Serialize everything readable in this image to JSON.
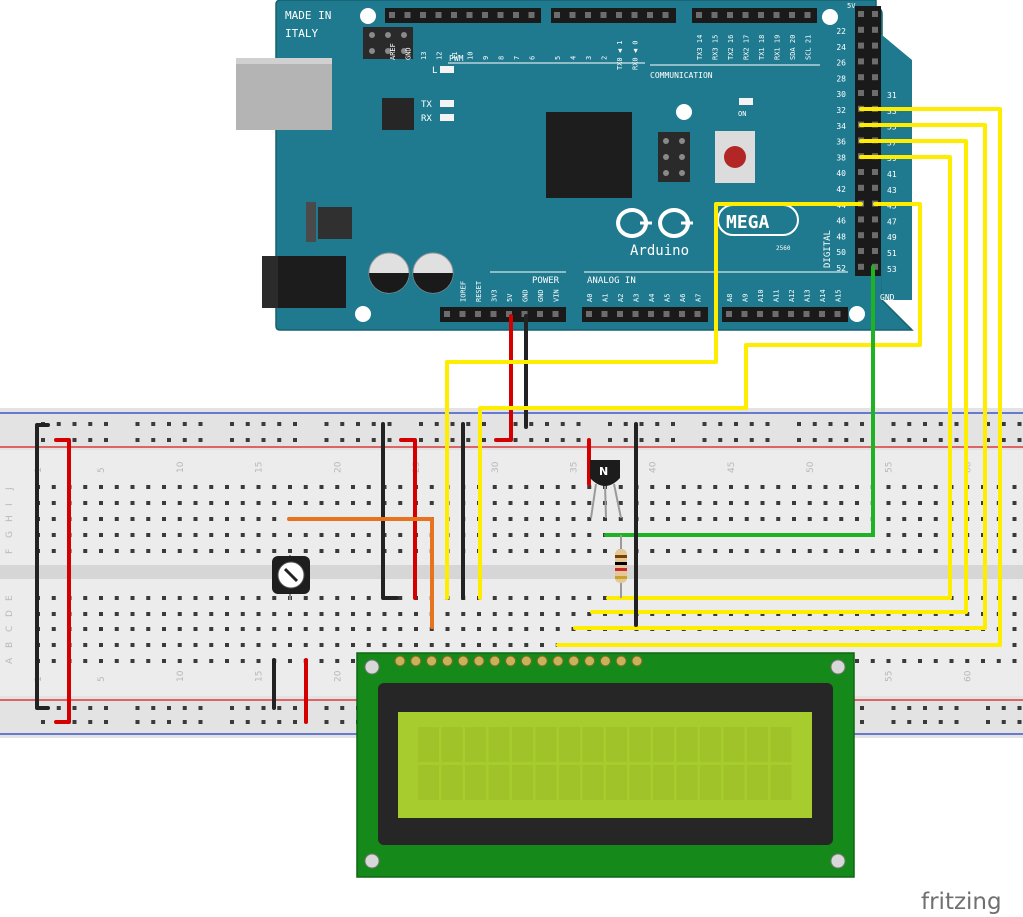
{
  "board": {
    "made_in": "MADE IN",
    "country": "ITALY",
    "logo_text": "Arduino",
    "model": "MEGA",
    "model_sub": "2560",
    "header_top_labels": [
      "AREF",
      "GND",
      "13",
      "12",
      "11",
      "10",
      "9",
      "8",
      "7",
      "6",
      "5",
      "4",
      "3",
      "2",
      "TX0 ◀ 1",
      "RX0 ◀ 0",
      "TX3 14",
      "RX3 15",
      "TX2 16",
      "RX2 17",
      "TX1 18",
      "RX1 19",
      "SDA 20",
      "SCL 21"
    ],
    "pwm_label": "PWM",
    "communication_label": "COMMUNICATION",
    "led_l": "L",
    "led_tx": "TX",
    "led_rx": "RX",
    "on_label": "ON",
    "power_label": "POWER",
    "power_pins": [
      "IOREF",
      "RESET",
      "3V3",
      "5V",
      "GND",
      "GND",
      "VIN"
    ],
    "analog_label": "ANALOG IN",
    "analog_pins": [
      "A0",
      "A1",
      "A2",
      "A3",
      "A4",
      "A5",
      "A6",
      "A7",
      "A8",
      "A9",
      "A10",
      "A11",
      "A12",
      "A13",
      "A14",
      "A15"
    ],
    "digital_label": "DIGITAL",
    "digital_left": [
      "22",
      "24",
      "26",
      "28",
      "30",
      "32",
      "34",
      "36",
      "38",
      "40",
      "42",
      "44",
      "46",
      "48",
      "50",
      "52"
    ],
    "digital_right": [
      "31",
      "33",
      "35",
      "37",
      "39",
      "41",
      "43",
      "45",
      "47",
      "49",
      "51",
      "53"
    ],
    "pin_5v": "5V",
    "pin_gnd": "GND"
  },
  "breadboard": {
    "column_numbers": [
      "1",
      "5",
      "10",
      "15",
      "20",
      "25",
      "30",
      "35",
      "40",
      "45",
      "50",
      "55",
      "60"
    ],
    "row_letters_top": [
      "J",
      "I",
      "H",
      "G",
      "F"
    ],
    "row_letters_bottom": [
      "E",
      "D",
      "C",
      "B",
      "A"
    ]
  },
  "transistor": {
    "label": "N"
  },
  "footer": {
    "brand": "fritzing"
  },
  "wire_colors": {
    "red": "#d40000",
    "black": "#222222",
    "yellow": "#ffed00",
    "green": "#1fb224",
    "orange": "#e8731e"
  }
}
